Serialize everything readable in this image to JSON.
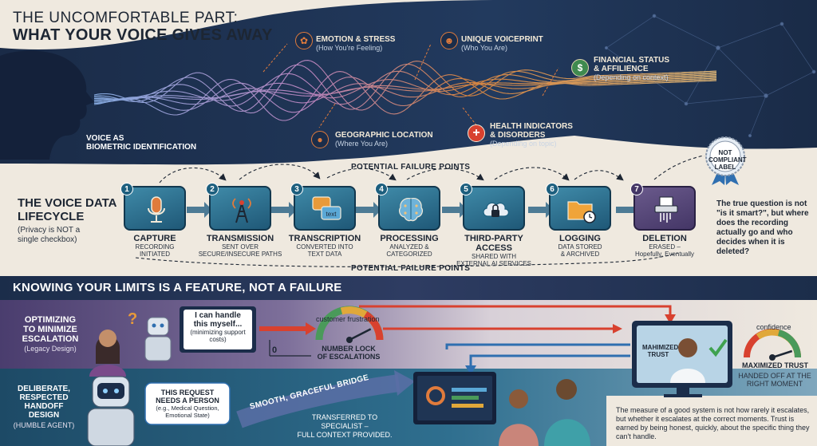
{
  "header": {
    "title_line1": "THE UNCOMFORTABLE PART:",
    "title_line2": "WHAT YOUR VOICE GIVES AWAY"
  },
  "voice": {
    "label_line1": "VOICE AS",
    "label_line2": "BIOMETRIC IDENTIFICATION",
    "attributes": [
      {
        "title": "EMOTION & STRESS",
        "sub": "(How You're Feeling)",
        "icon": "brain-icon"
      },
      {
        "title": "UNIQUE VOICEPRINT",
        "sub": "(Who You Are)",
        "icon": "person-icon"
      },
      {
        "title_line1": "FINANCIAL STATUS",
        "title_line2": "& AFFILIENCE",
        "sub": "(Depending on context)",
        "icon": "money-bag-icon"
      },
      {
        "title": "GEOGRAPHIC LOCATION",
        "sub": "(Where You Are)",
        "icon": "location-pin-icon"
      },
      {
        "title_line1": "HEALTH INDICATORS",
        "title_line2": "& DISORDERS",
        "sub": "(Depending on topic)",
        "icon": "medical-cross-icon"
      }
    ]
  },
  "lifecycle": {
    "title_line1": "THE VOICE DATA",
    "title_line2": "LIFECYCLE",
    "sub_line1": "(Privacy is NOT a",
    "sub_line2": "single checkbox)",
    "failure_points_top": "POTENTIAL FAILURE POINTS",
    "failure_points_bottom": "POTENTIAL FAILURE POINTS",
    "stages": [
      {
        "num": "1",
        "label": "CAPTURE",
        "desc1": "RECORDING",
        "desc2": "INITIATED",
        "icon": "microphone-icon"
      },
      {
        "num": "2",
        "label": "TRANSMISSION",
        "desc1": "SENT OVER",
        "desc2": "SECURE/INSECURE PATHS",
        "icon": "radio-tower-icon"
      },
      {
        "num": "3",
        "label": "TRANSCRIPTION",
        "desc1": "CONVERTED INTO",
        "desc2": "TEXT DATA",
        "icon": "chat-text-icon",
        "icon_text": "text"
      },
      {
        "num": "4",
        "label": "PROCESSING",
        "desc1": "ANALYZED &",
        "desc2": "CATEGORIZED",
        "icon": "neural-brain-icon"
      },
      {
        "num": "5",
        "label": "THIRD-PARTY ACCESS",
        "desc1": "SHARED WITH",
        "desc2": "EXTERNAL AI SERVICES",
        "icon": "cloud-lock-icon"
      },
      {
        "num": "6",
        "label": "LOGGING",
        "desc1": "DATA STORED",
        "desc2": "& ARCHIVED",
        "icon": "folder-clock-icon"
      },
      {
        "num": "7",
        "label": "DELETION",
        "desc1": "ERASED –",
        "desc2": "Hopefully, Eventually",
        "icon": "shredder-icon"
      }
    ],
    "badge_line1": "NOT",
    "badge_line2": "COMPLIANT",
    "badge_line3": "LABEL",
    "question": "The true question is not \"is it smart?\", but where does the recording actually go and who decides when it is deleted?"
  },
  "limits": {
    "title": "KNOWING YOUR LIMITS IS A FEATURE, NOT A FAILURE",
    "optimizing": {
      "title_line1": "OPTIMIZING",
      "title_line2": "TO MINIMIZE",
      "title_line3": "ESCALATION",
      "sub": "(Legacy Design)",
      "bubble_line1": "I can handle",
      "bubble_line2": "this myself...",
      "bubble_sub_line1": "(minimizing support",
      "bubble_sub_line2": "costs)",
      "metric_title": "customer frustration",
      "metric_label_line1": "NUMBER LOCK",
      "metric_label_line2": "OF ESCALATIONS",
      "zero": "0",
      "frustration_level": 0.85
    },
    "deliberate": {
      "title_line1": "DELIBERATE,",
      "title_line2": "RESPECTED",
      "title_line3": "HANDOFF",
      "title_line4": "DESIGN",
      "sub": "(HUMBLE AGENT)",
      "bubble_line1": "THIS REQUEST",
      "bubble_line2": "NEEDS A PERSON",
      "bubble_sub_line1": "(e.g., Medical Question,",
      "bubble_sub_line2": "Emotional State)",
      "bridge": "SMOOTH, GRACEFUL BRIDGE",
      "transfer_line1": "TRANSFERRED TO SPECIALIST –",
      "transfer_line2": "FULL CONTEXT PROVIDED."
    },
    "trust_label_line1": "MAHIMIZED",
    "trust_label_line2": "TRUST",
    "confidence": "confidence",
    "max_trust": "MAXIMIZED TRUST",
    "handed_line1": "HANDED OFF AT THE",
    "handed_line2": "RIGHT MOMENT",
    "confidence_level": 0.9,
    "measure": "The measure of a good system is not how rarely it escalates, but whether it escalates at the correct moments. Trust is earned by being honest, quickly, about the specific thing they can't handle."
  },
  "colors": {
    "navy": "#1b2d4a",
    "wave_orange": "#e07b3c",
    "wave_blue": "#5b8fd6",
    "stage_teal": "#2f7598",
    "arrow_red": "#d8412f",
    "arrow_blue": "#2f6fb0",
    "purple": "#4a3d6e"
  }
}
